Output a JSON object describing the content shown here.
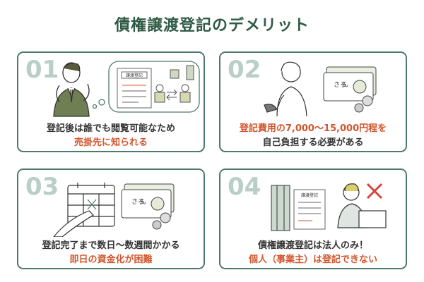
{
  "title": "債権譲渡登記のデメリット",
  "doc_label": "譲渡登記",
  "bill_text": "さろ",
  "bill_text2": "ん",
  "cards": [
    {
      "num": "01",
      "line1": "登記後は誰でも閲覧可能なため",
      "line2": "売掛先に知られる",
      "highlight": "line2"
    },
    {
      "num": "02",
      "line1": "登記費用の7,000〜15,000円程を",
      "line2": "自己負担する必要がある",
      "highlight": "line1"
    },
    {
      "num": "03",
      "line1": "登記完了まで数日〜数週間かかる",
      "line2": "即日の資金化が困難",
      "highlight": "line2"
    },
    {
      "num": "04",
      "line1": "債権譲渡登記は法人のみ！",
      "line2": "個人（事業主）は登記できない",
      "highlight": "line2"
    }
  ],
  "colors": {
    "title": "#2f5b45",
    "border": "#4f7a68",
    "number": "#b9cfc6",
    "accent": "#d2552d",
    "cross": "#d8433a"
  }
}
